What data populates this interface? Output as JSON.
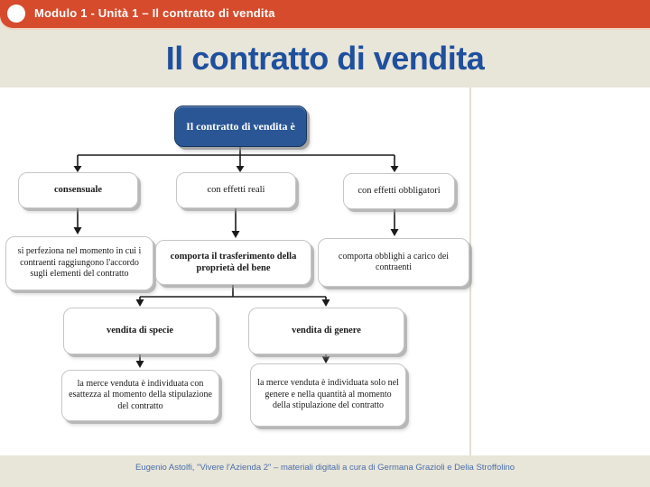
{
  "header": {
    "breadcrumb": "Modulo 1 - Unità 1 – Il contratto di vendita"
  },
  "title": "Il contratto di vendita",
  "flowchart": {
    "root": "Il contratto di vendita è",
    "branches": [
      {
        "label": "consensuale",
        "detail": "si perfeziona nel momento in cui i contraenti raggiungono l'accordo sugli elementi del contratto"
      },
      {
        "label": "con effetti reali",
        "detail": "comporta il trasferimento della proprietà del bene"
      },
      {
        "label": "con effetti obbligatori",
        "detail": "comporta obblighi a carico dei contraenti"
      }
    ],
    "sale_types": [
      {
        "label": "vendita di specie",
        "detail": "la merce venduta è individuata con esattezza al momento della stipulazione del contratto"
      },
      {
        "label": "vendita di genere",
        "detail": "la merce venduta è individuata solo nel genere e nella quantità al momento della stipulazione del contratto"
      }
    ]
  },
  "footer": {
    "credit": "Eugenio Astolfi, \"Vivere l'Azienda 2\" – materiali digitali a cura di Germana Grazioli e Delia Stroffolino"
  },
  "colors": {
    "accent_orange": "#d64b2c",
    "band_beige": "#e8e5d9",
    "title_blue": "#1e509e",
    "node_blue": "#2a5695",
    "footer_blue": "#4a6fa8",
    "connector_black": "#1a1a1a"
  }
}
